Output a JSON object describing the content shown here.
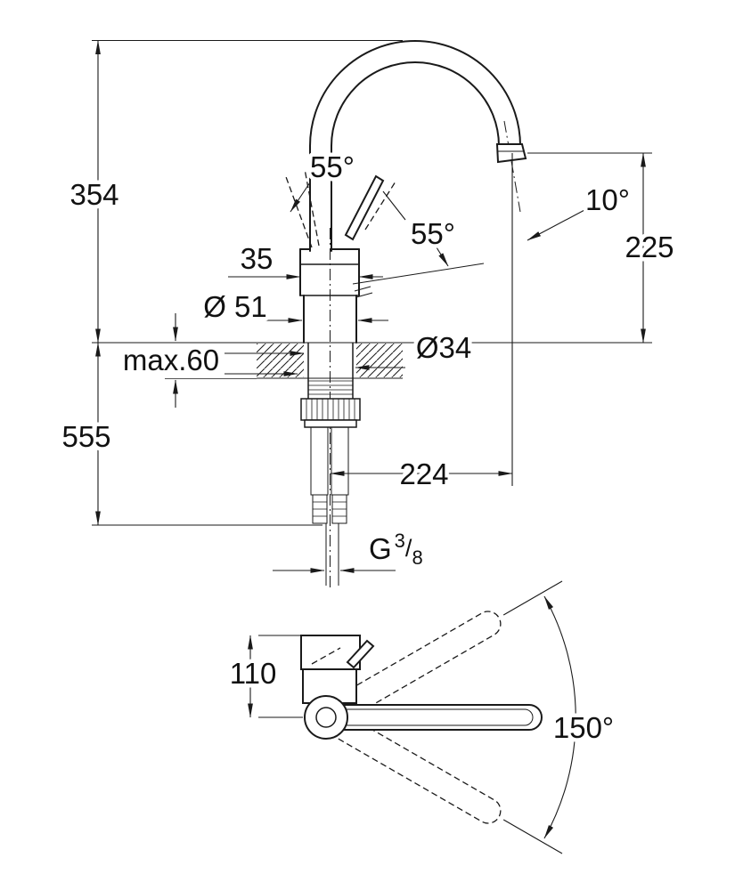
{
  "drawing": {
    "front": {
      "dim_354": "354",
      "dim_555": "555",
      "dim_55_left": "55°",
      "dim_55_right": "55°",
      "dim_10": "10°",
      "dim_225": "225",
      "dim_35": "35",
      "dim_dia51": "Ø 51",
      "dim_dia34": "Ø34",
      "dim_max60": "max.60",
      "dim_224": "224",
      "thread_g": "G",
      "thread_num": "3",
      "thread_slash": "/",
      "thread_den": "8"
    },
    "top": {
      "dim_110": "110",
      "dim_150": "150°"
    }
  }
}
